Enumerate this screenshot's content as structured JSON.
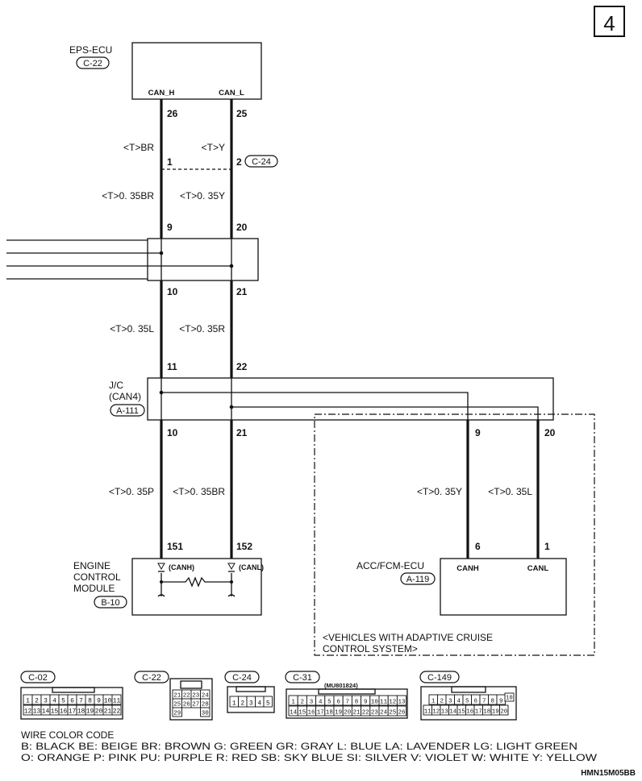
{
  "page_number": "4",
  "diagram_code": "HMN15M05BB",
  "eps_ecu": {
    "name": "EPS-ECU",
    "connector": "C-22",
    "pin_labels": [
      "CAN_H",
      "CAN_L"
    ],
    "pins": [
      "26",
      "25"
    ]
  },
  "joint_c24": {
    "wire_colors": [
      "<T>BR",
      "<T>Y"
    ],
    "pins": [
      "1",
      "2"
    ],
    "connector": "C-24"
  },
  "intermediate": {
    "wire_colors": [
      "<T>0. 35BR",
      "<T>0. 35Y"
    ],
    "pins_in": [
      "9",
      "20"
    ],
    "pins_out": [
      "10",
      "21"
    ]
  },
  "jc_section": {
    "wire_colors": [
      "<T>0. 35L",
      "<T>0. 35R"
    ],
    "pins_in": [
      "11",
      "22"
    ]
  },
  "jc": {
    "name": "J/C",
    "subname": "(CAN4)",
    "connector": "A-111",
    "pins_out_left": [
      "10",
      "21"
    ],
    "pins_out_right": [
      "9",
      "20"
    ]
  },
  "engine_branch": {
    "wire_colors": [
      "<T>0. 35P",
      "<T>0. 35BR"
    ],
    "pins": [
      "151",
      "152"
    ]
  },
  "engine_ecu": {
    "name_lines": [
      "ENGINE",
      "CONTROL",
      "MODULE"
    ],
    "connector": "B-10",
    "pin_labels": [
      "(CANH)",
      "(CANL)"
    ]
  },
  "acc_branch": {
    "wire_colors": [
      "<T>0. 35Y",
      "<T>0. 35L"
    ],
    "pins": [
      "6",
      "1"
    ]
  },
  "acc_ecu": {
    "name": "ACC/FCM-ECU",
    "connector": "A-119",
    "pin_labels": [
      "CANH",
      "CANL"
    ]
  },
  "acc_note": [
    "<VEHICLES WITH ADAPTIVE CRUISE",
    "CONTROL SYSTEM>"
  ],
  "connectors": [
    {
      "label": "C-02",
      "row1": [
        "1",
        "2",
        "3",
        "4",
        "5",
        "6",
        "7",
        "8",
        "9",
        "10",
        "11"
      ],
      "row2": [
        "12",
        "13",
        "14",
        "15",
        "16",
        "17",
        "18",
        "19",
        "20",
        "21",
        "22"
      ]
    },
    {
      "label": "C-22",
      "row1": [
        "21",
        "22",
        "23",
        "24"
      ],
      "row2": [
        "25",
        "26",
        "27",
        "28"
      ],
      "row3": [
        "29",
        "30"
      ]
    },
    {
      "label": "C-24",
      "row1": [
        "1",
        "2",
        "3",
        "4",
        "5"
      ]
    },
    {
      "label": "C-31",
      "part": "(MU801824)",
      "row1": [
        "1",
        "2",
        "3",
        "4",
        "5",
        "6",
        "7",
        "8",
        "9",
        "10",
        "11",
        "12",
        "13"
      ],
      "row2": [
        "14",
        "15",
        "16",
        "17",
        "18",
        "19",
        "20",
        "21",
        "22",
        "23",
        "24",
        "25",
        "26"
      ]
    },
    {
      "label": "C-149",
      "row1": [
        "1",
        "2",
        "3",
        "4",
        "5",
        "6",
        "7",
        "8",
        "9",
        "10"
      ],
      "row2": [
        "11",
        "12",
        "13",
        "14",
        "15",
        "16",
        "17",
        "18",
        "19",
        "20"
      ]
    }
  ],
  "wire_color_code": {
    "title": "WIRE COLOR CODE",
    "line1": "B: BLACK   BE: BEIGE   BR: BROWN   G: GREEN   GR: GRAY   L: BLUE   LA: LAVENDER   LG: LIGHT GREEN",
    "line2": "O: ORANGE   P: PINK   PU: PURPLE   R: RED   SB: SKY BLUE   SI: SILVER   V: VIOLET   W: WHITE   Y: YELLOW"
  },
  "colors": {
    "line": "#111111",
    "background": "#ffffff"
  }
}
